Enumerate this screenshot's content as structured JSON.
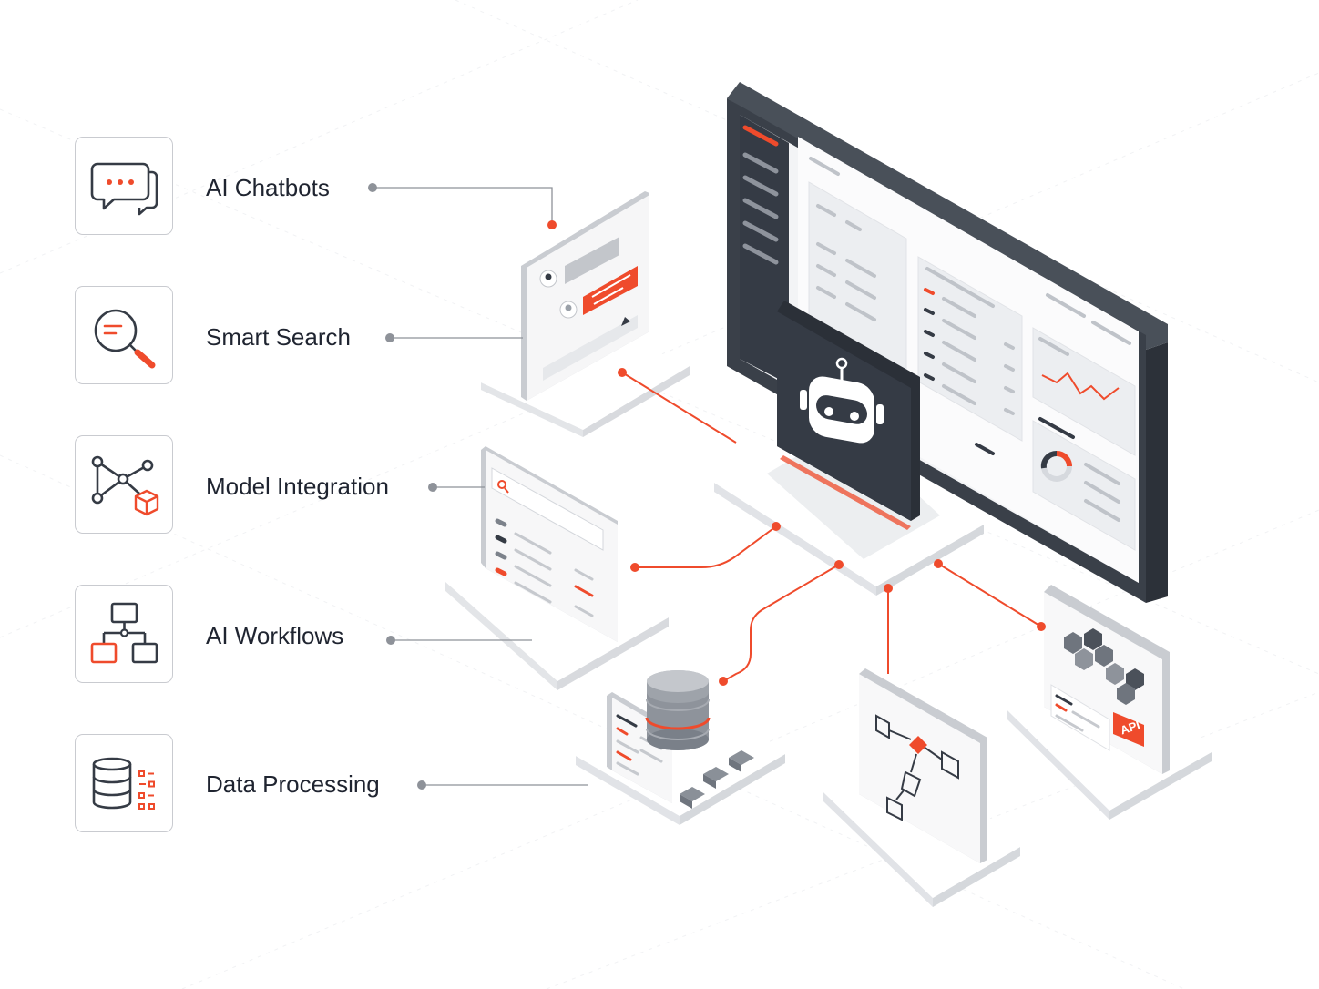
{
  "colors": {
    "accent": "#ef4b2c",
    "dark": "#353b45",
    "connector_gray": "#8e9299",
    "panel": "#f4f5f7"
  },
  "features": [
    {
      "id": "chatbots",
      "label": "AI Chatbots",
      "icon": "chat-bubbles-icon"
    },
    {
      "id": "search",
      "label": "Smart Search",
      "icon": "magnifier-icon"
    },
    {
      "id": "model",
      "label": "Model Integration",
      "icon": "graph-node-cube-icon"
    },
    {
      "id": "workflows",
      "label": "AI Workflows",
      "icon": "flowchart-icon"
    },
    {
      "id": "data",
      "label": "Data Processing",
      "icon": "database-icon"
    }
  ],
  "illustration": {
    "center": "robot-icon",
    "api_badge": "API"
  }
}
